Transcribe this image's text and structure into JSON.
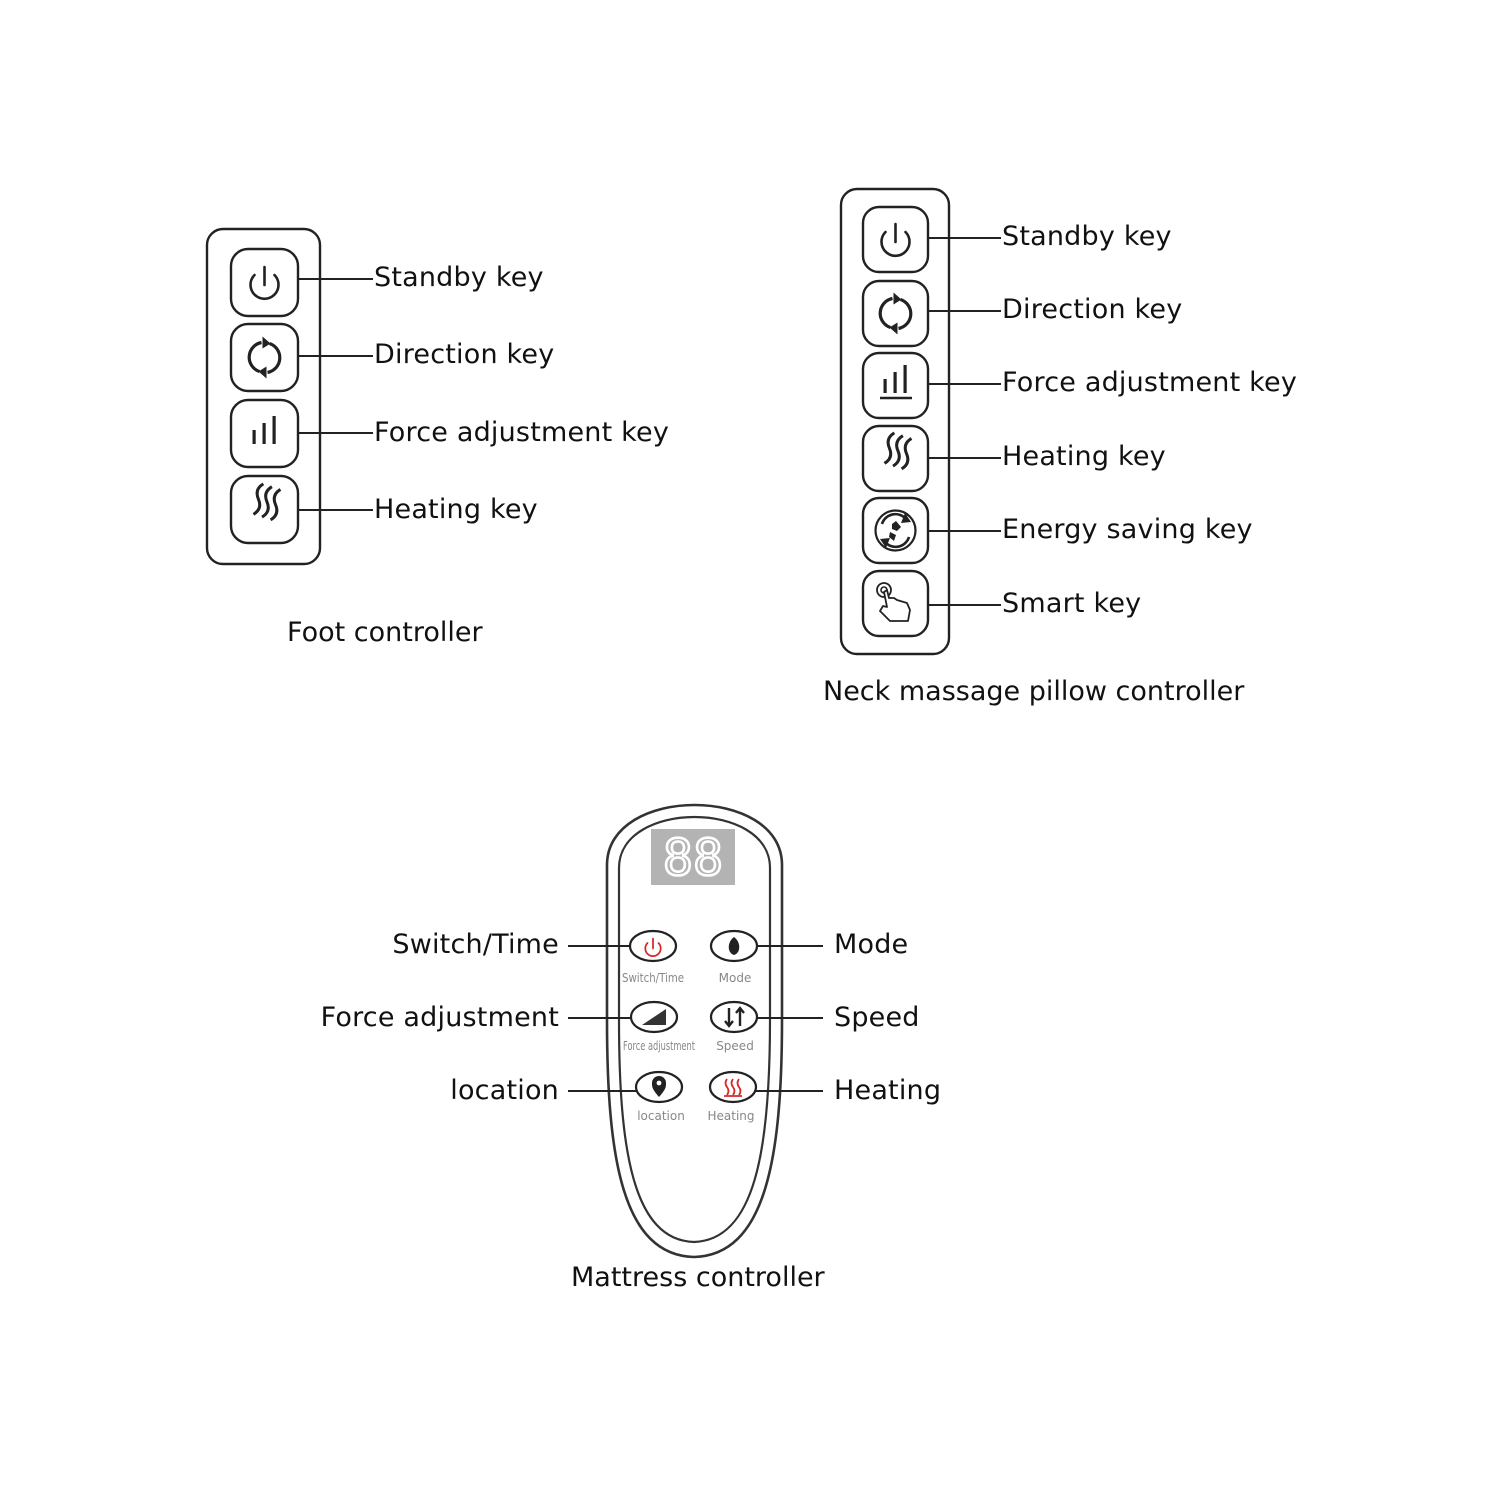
{
  "foot_controller": {
    "caption": "Foot controller",
    "keys": [
      "Standby key",
      "Direction key",
      "Force adjustment key",
      "Heating key"
    ]
  },
  "neck_controller": {
    "caption": "Neck massage pillow controller",
    "keys": [
      "Standby key",
      "Direction key",
      "Force adjustment key",
      "Heating key",
      "Energy saving key",
      "Smart key"
    ]
  },
  "mattress_controller": {
    "caption": "Mattress controller",
    "display": "88",
    "left_labels": [
      "Switch/Time",
      "Force adjustment",
      "location"
    ],
    "right_labels": [
      "Mode",
      "Speed",
      "Heating"
    ],
    "button_captions": {
      "switch_time": "Switch/Time",
      "mode": "Mode",
      "force": "Force adjustment",
      "speed": "Speed",
      "location": "location",
      "heating": "Heating"
    }
  },
  "colors": {
    "outline": "#222222",
    "display_bg": "#b3b3b3",
    "accent_red": "#d62828"
  }
}
